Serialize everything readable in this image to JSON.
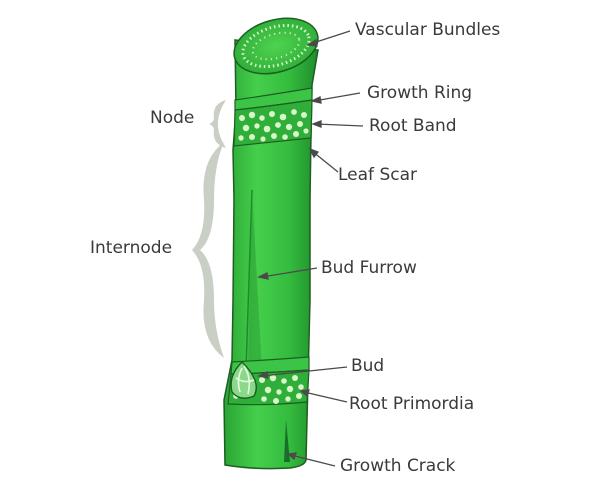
{
  "labels": {
    "vascular_bundles": "Vascular Bundles",
    "growth_ring": "Growth Ring",
    "root_band": "Root Band",
    "leaf_scar": "Leaf Scar",
    "node": "Node",
    "internode": "Internode",
    "bud_furrow": "Bud Furrow",
    "bud": "Bud",
    "root_primordia": "Root Primordia",
    "growth_crack": "Growth Crack"
  },
  "colors": {
    "stalk_light": "#5edc5e",
    "stalk_mid": "#2fb43a",
    "stalk_dark": "#18852a",
    "outline": "#1d5e22",
    "dots": "#d8f7c9",
    "brace": "#c9cfc4",
    "text": "#3a3a3a"
  }
}
